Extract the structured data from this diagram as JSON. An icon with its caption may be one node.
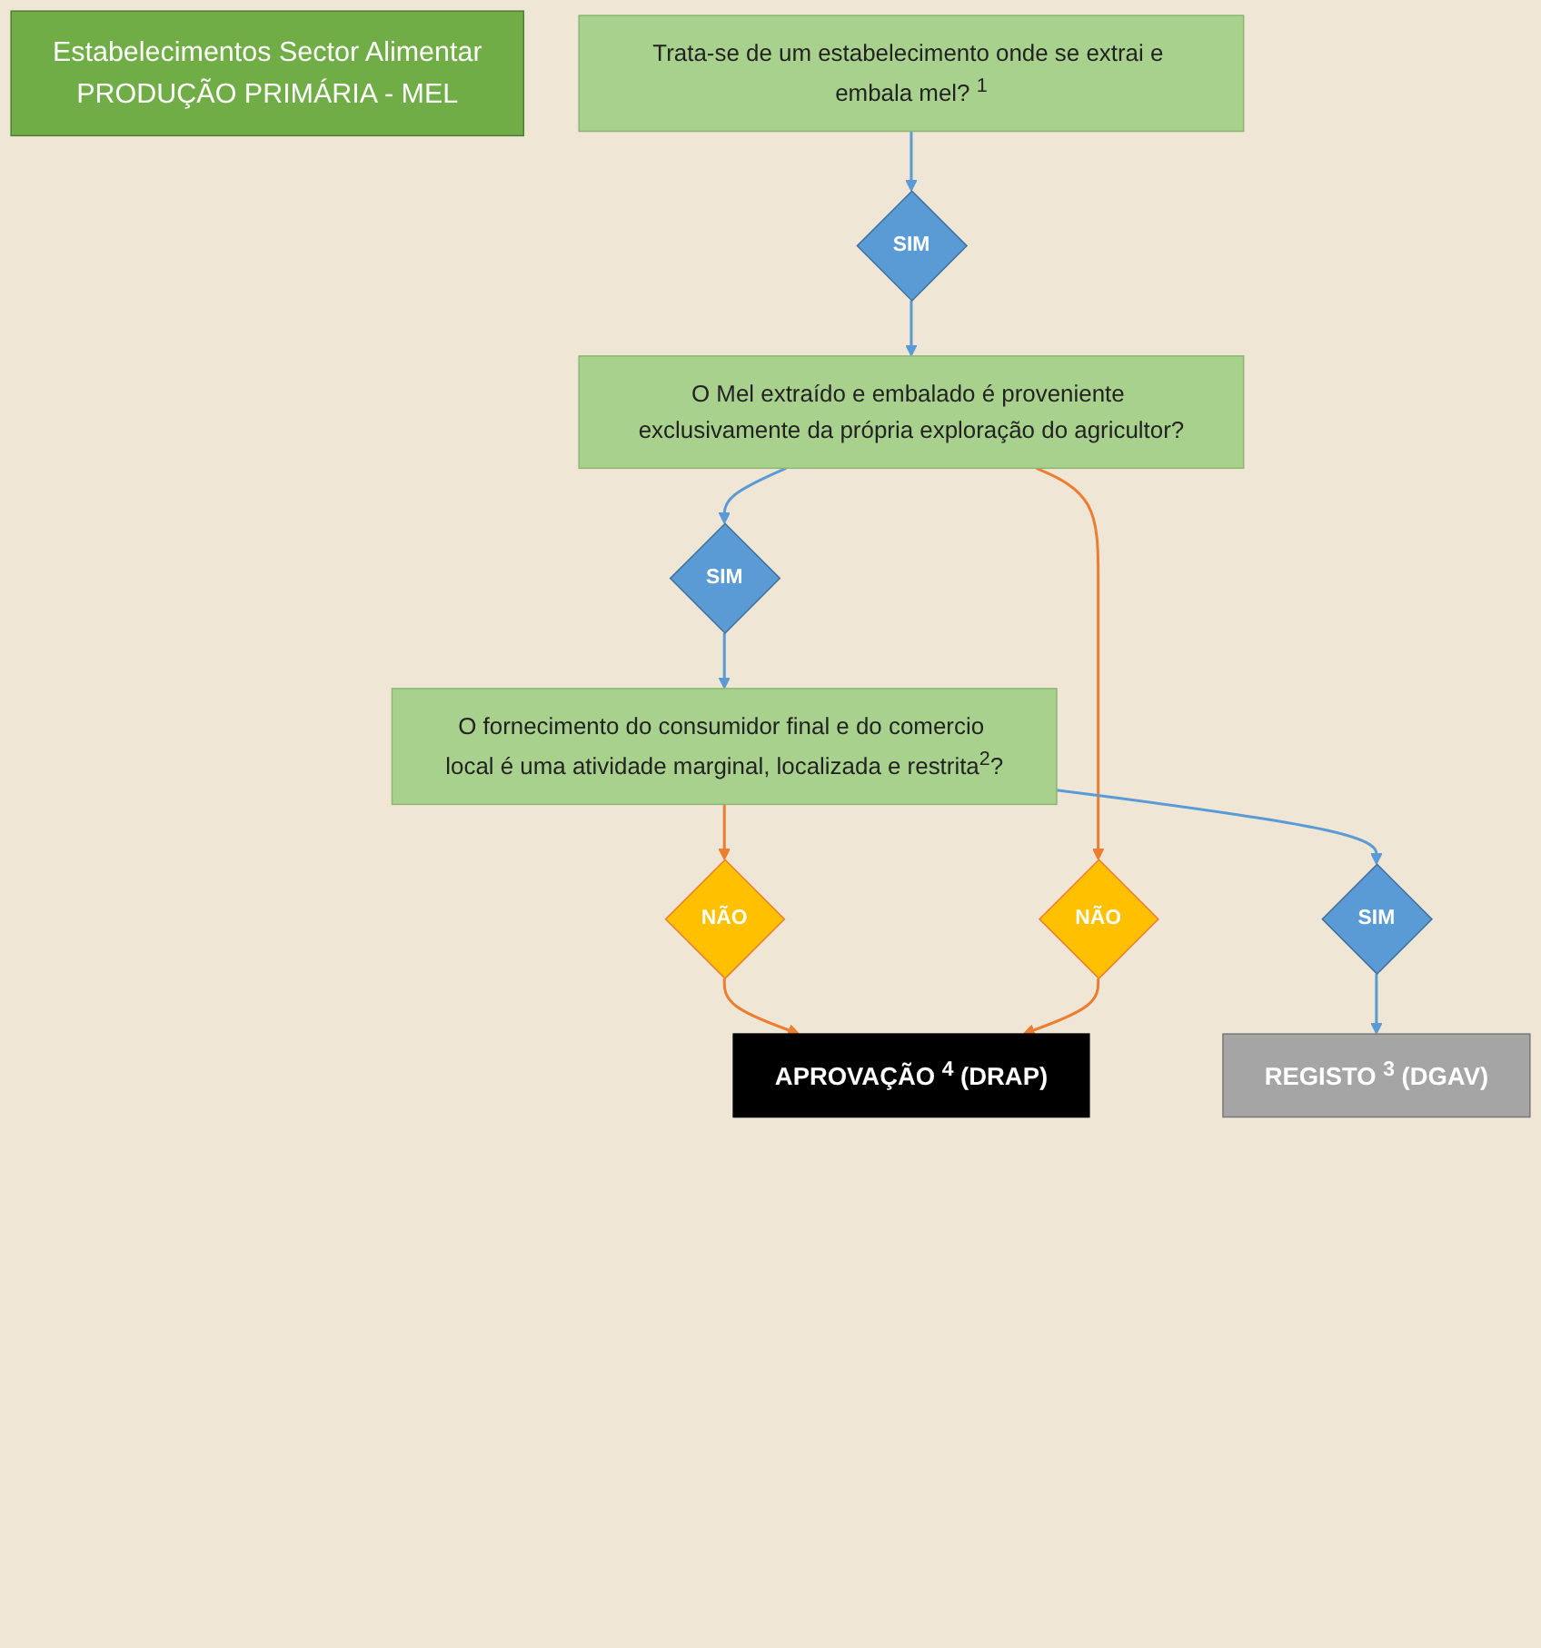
{
  "diagram": {
    "nodes": [
      {
        "text": [
          "Estabelecimentos Sector Alimentar",
          "PRODUÇÃO PRIMÁRIA - MEL"
        ]
      },
      {
        "text": [
          "Trata-se de um estabelecimento onde se extrai e embala mel? $^{1}$"
        ]
      },
      {
        "text": [
          "SIM"
        ]
      },
      {
        "text": [
          "O Mel extraído e embalado é proveniente exclusivamente da própria exploração do agricultor?"
        ]
      },
      {
        "text": [
          "NÃO"
        ]
      },
      {
        "text": [
          "SIM"
        ]
      },
      {
        "text": [
          "O fornecimento do consumidor final e do comercio local é uma atividade marginal, localizada e restrita$^{2}$?"
        ]
      },
      {
        "text": [
          "SIM"
        ]
      },
      {
        "text": [
          "NÃO"
        ]
      },
      {
        "text": [
          "REGISTO $^{3}$ (DGAV)"
        ]
      },
      {
        "text": [
          "APROVAÇÃO $^{4}$ (DRAP)"
        ]
      }
    ],
    "edges": [
      {
        "from": 1,
        "to": 2,
        "arrow": "to"
      },
      {
        "from": 2,
        "to": 3,
        "arrow": "to"
      },
      {
        "from": 3,
        "to": 4,
        "arrow": "to",
        "color": "#ed7d31"
      },
      {
        "from": 3,
        "to": 5,
        "arrow": "to"
      },
      {
        "from": 5,
        "to": 6,
        "arrow": "to"
      },
      {
        "from": 6,
        "to": 7,
        "arrow": "to"
      },
      {
        "from": 6,
        "to": 8,
        "arrow": "to",
        "color": "#ed7d31"
      },
      {
        "from": 7,
        "to": 9,
        "arrow": "to"
      },
      {
        "from": 8,
        "to": 10,
        "arrow": "to",
        "color": "#ed7d31"
      },
      {
        "from": 4,
        "to": 10,
        "arrow": "to",
        "color": "#ed7d31"
      }
    ]
  }
}
